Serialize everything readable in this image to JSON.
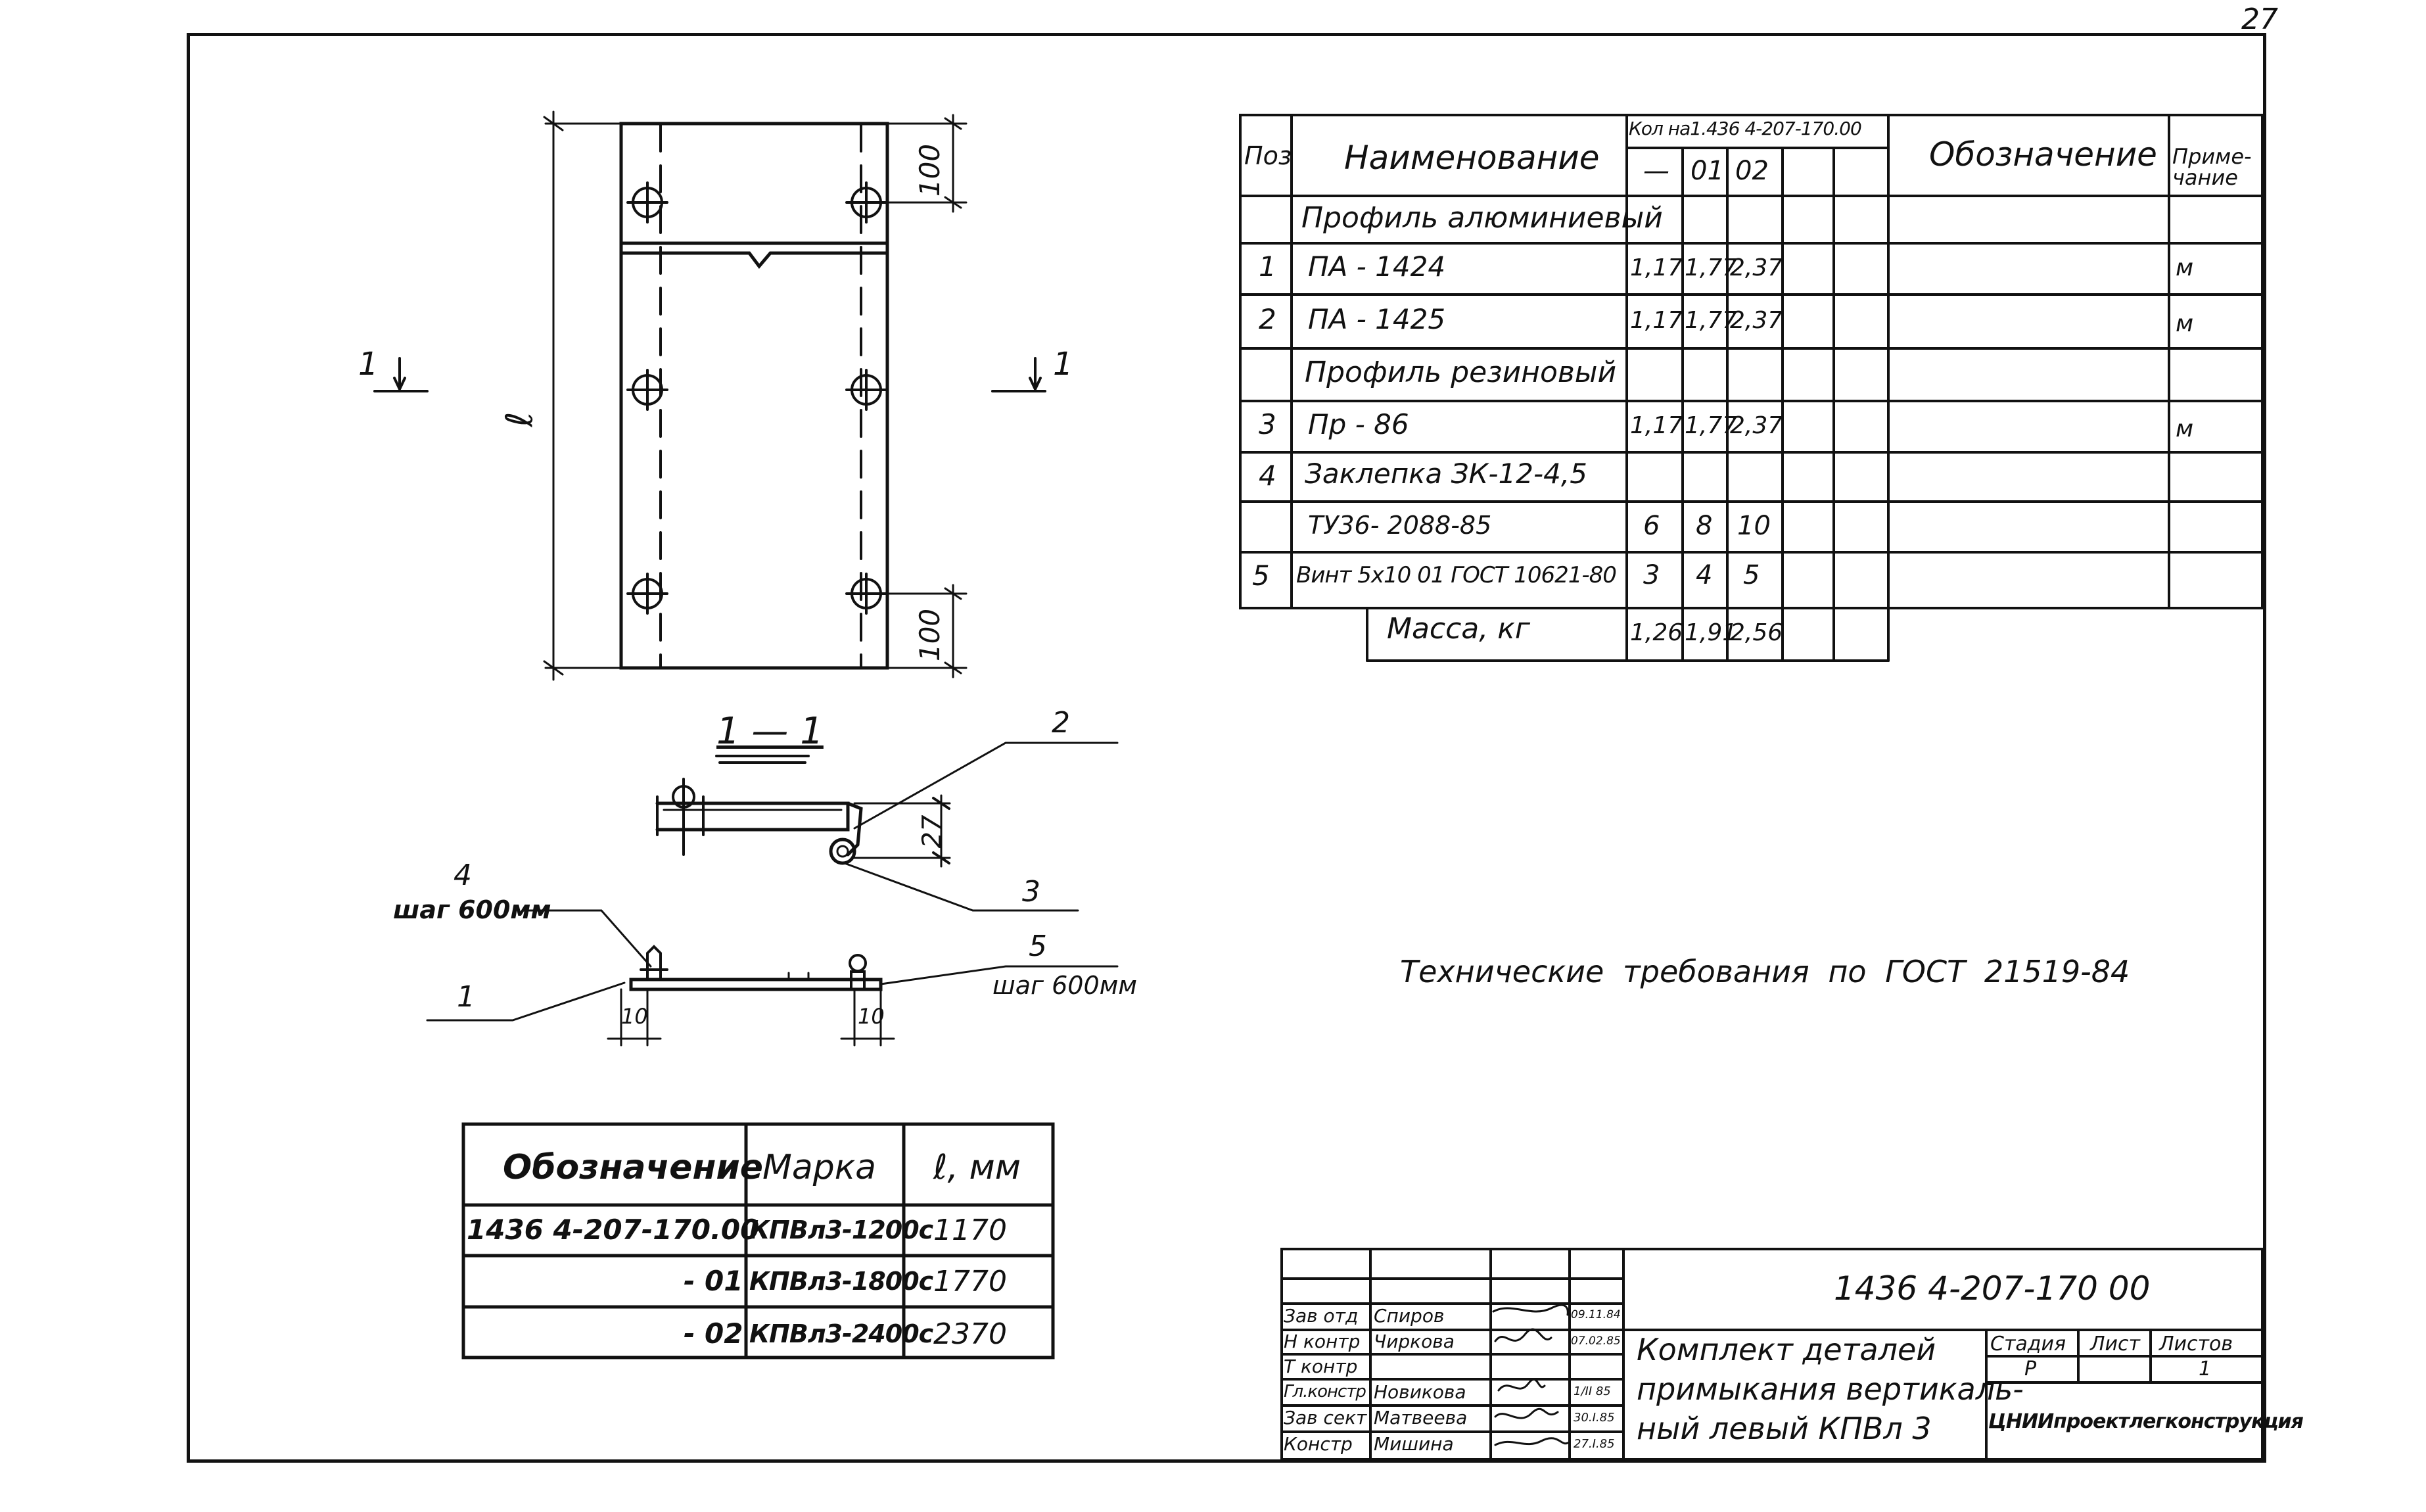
{
  "page_number": "27",
  "spec": {
    "headers": {
      "pos": "Поз",
      "name": "Наименование",
      "qty_group": "Кол на1.436 4-207-170.00",
      "qty_cols": [
        "—",
        "01",
        "02"
      ],
      "designation": "Обозначение",
      "note_line1": "Приме-",
      "note_line2": "чание"
    },
    "rows": [
      {
        "pos": "",
        "name": "Профиль алюминиевый",
        "q0": "",
        "q1": "",
        "q2": "",
        "note": ""
      },
      {
        "pos": "1",
        "name": "ПА - 1424",
        "q0": "1,17",
        "q1": "1,77",
        "q2": "2,37",
        "note": "м"
      },
      {
        "pos": "2",
        "name": "ПА - 1425",
        "q0": "1,17",
        "q1": "1,77",
        "q2": "2,37",
        "note": "м"
      },
      {
        "pos": "",
        "name": "Профиль резиновый",
        "q0": "",
        "q1": "",
        "q2": "",
        "note": ""
      },
      {
        "pos": "3",
        "name": "Пр - 86",
        "q0": "1,17",
        "q1": "1,77",
        "q2": "2,37",
        "note": "м"
      },
      {
        "pos": "4",
        "name": "Заклепка ЗК-12-4,5",
        "q0": "",
        "q1": "",
        "q2": "",
        "note": ""
      },
      {
        "pos": "",
        "name": "ТУ36- 2088-85",
        "q0": "6",
        "q1": "8",
        "q2": "10",
        "note": ""
      },
      {
        "pos": "5",
        "name": "Винт 5х10 01 ГОСТ 10621-80",
        "q0": "3",
        "q1": "4",
        "q2": "5",
        "note": ""
      }
    ],
    "mass": {
      "label": "Масса, кг",
      "q0": "1,26",
      "q1": "1,91",
      "q2": "2,56"
    }
  },
  "tech_requirements": "Технические требования по ГОСТ 21519-84",
  "drawing_labels": {
    "section_mark": "1",
    "section_title": "1 — 1",
    "length_symbol": "ℓ",
    "dim_100_top": "100",
    "dim_100_bottom": "100",
    "dim_27": "27",
    "dim_10_left": "10",
    "dim_10_right": "10",
    "leader_1": "1",
    "leader_2": "2",
    "leader_3": "3",
    "leader_4": "4",
    "leader_5": "5",
    "step_4": "шаг 600мм",
    "step_5": "шаг 600мм"
  },
  "variants": {
    "headers": [
      "Обозначение",
      "Марка",
      "ℓ, мм"
    ],
    "rows": [
      {
        "designation": "1436 4-207-170.00",
        "mark": "КПВл3-1200с",
        "length": "1170"
      },
      {
        "designation": "- 01",
        "mark": "КПВл3-1800с",
        "length": "1770"
      },
      {
        "designation": "- 02",
        "mark": "КПВл3-2400с",
        "length": "2370"
      }
    ]
  },
  "title_block": {
    "document_code": "1436 4-207-170 00",
    "title_lines": [
      "Комплект деталей",
      "примыкания вертикаль-",
      "ный левый КПВл 3"
    ],
    "stage_label": "Стадия",
    "sheet_label": "Лист",
    "sheets_label": "Листов",
    "stage": "Р",
    "sheet": "",
    "sheets": "1",
    "organization": "ЦНИИпроектлегконструкция",
    "signatures": [
      {
        "role": "Зав отд",
        "name": "Спиров",
        "date": "09.11.84"
      },
      {
        "role": "Н контр",
        "name": "Чиркова",
        "date": "07.02.85"
      },
      {
        "role": "Т контр",
        "name": "",
        "date": ""
      },
      {
        "role": "Гл.констр",
        "name": "Новикова",
        "date": "1/II 85"
      },
      {
        "role": "Зав сект",
        "name": "Матвеева",
        "date": "30.I.85"
      },
      {
        "role": "Констр",
        "name": "Мишина",
        "date": "27.I.85"
      }
    ]
  }
}
